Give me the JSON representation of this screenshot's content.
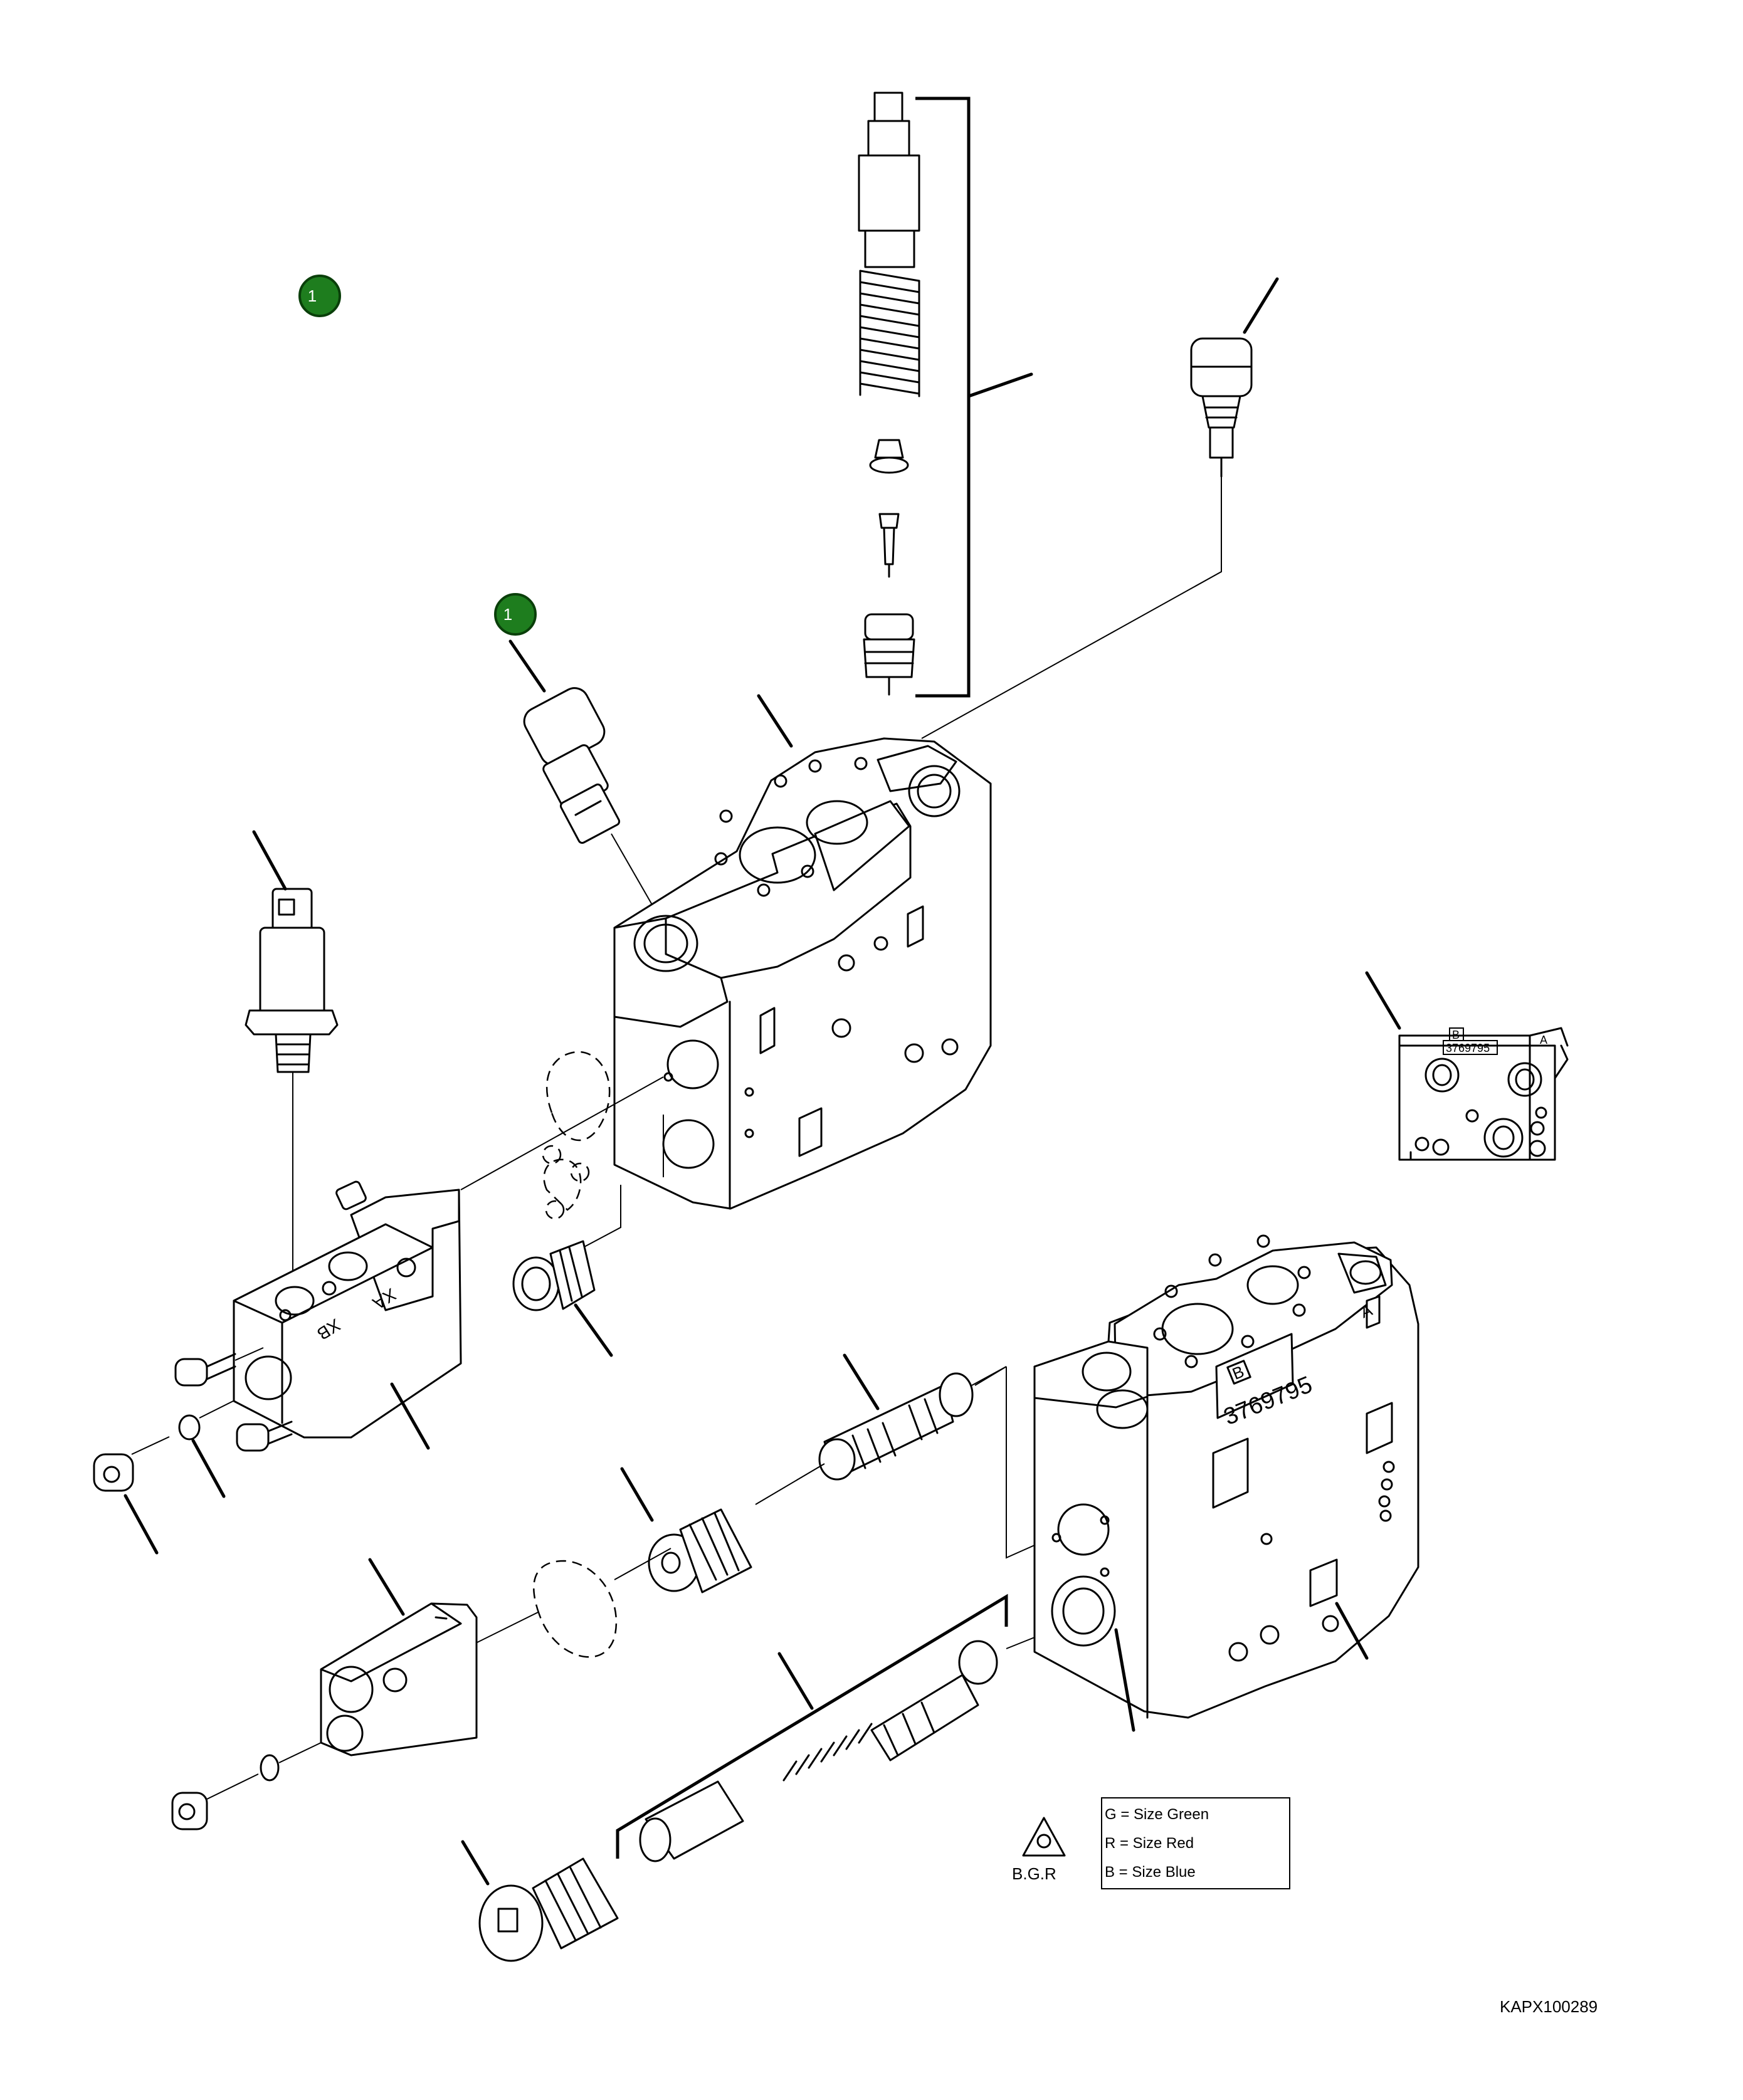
{
  "callouts": [
    {
      "label": "1"
    },
    {
      "label": "1"
    }
  ],
  "manifold_markings": {
    "upper_part_number": "3769795",
    "upper_letter_left": "B",
    "upper_letter_right": "A",
    "lower_part_number": "3769795",
    "lower_letter_b": "B",
    "lower_letter_a": "A"
  },
  "solenoid_block_ports": {
    "xb": "XB",
    "xa": "XA"
  },
  "legend": {
    "symbol_label": "B.G.R",
    "lines": [
      "G = Size Green",
      "R = Size Red",
      "B = Size Blue"
    ]
  },
  "drawing_id": "KAPX100289"
}
